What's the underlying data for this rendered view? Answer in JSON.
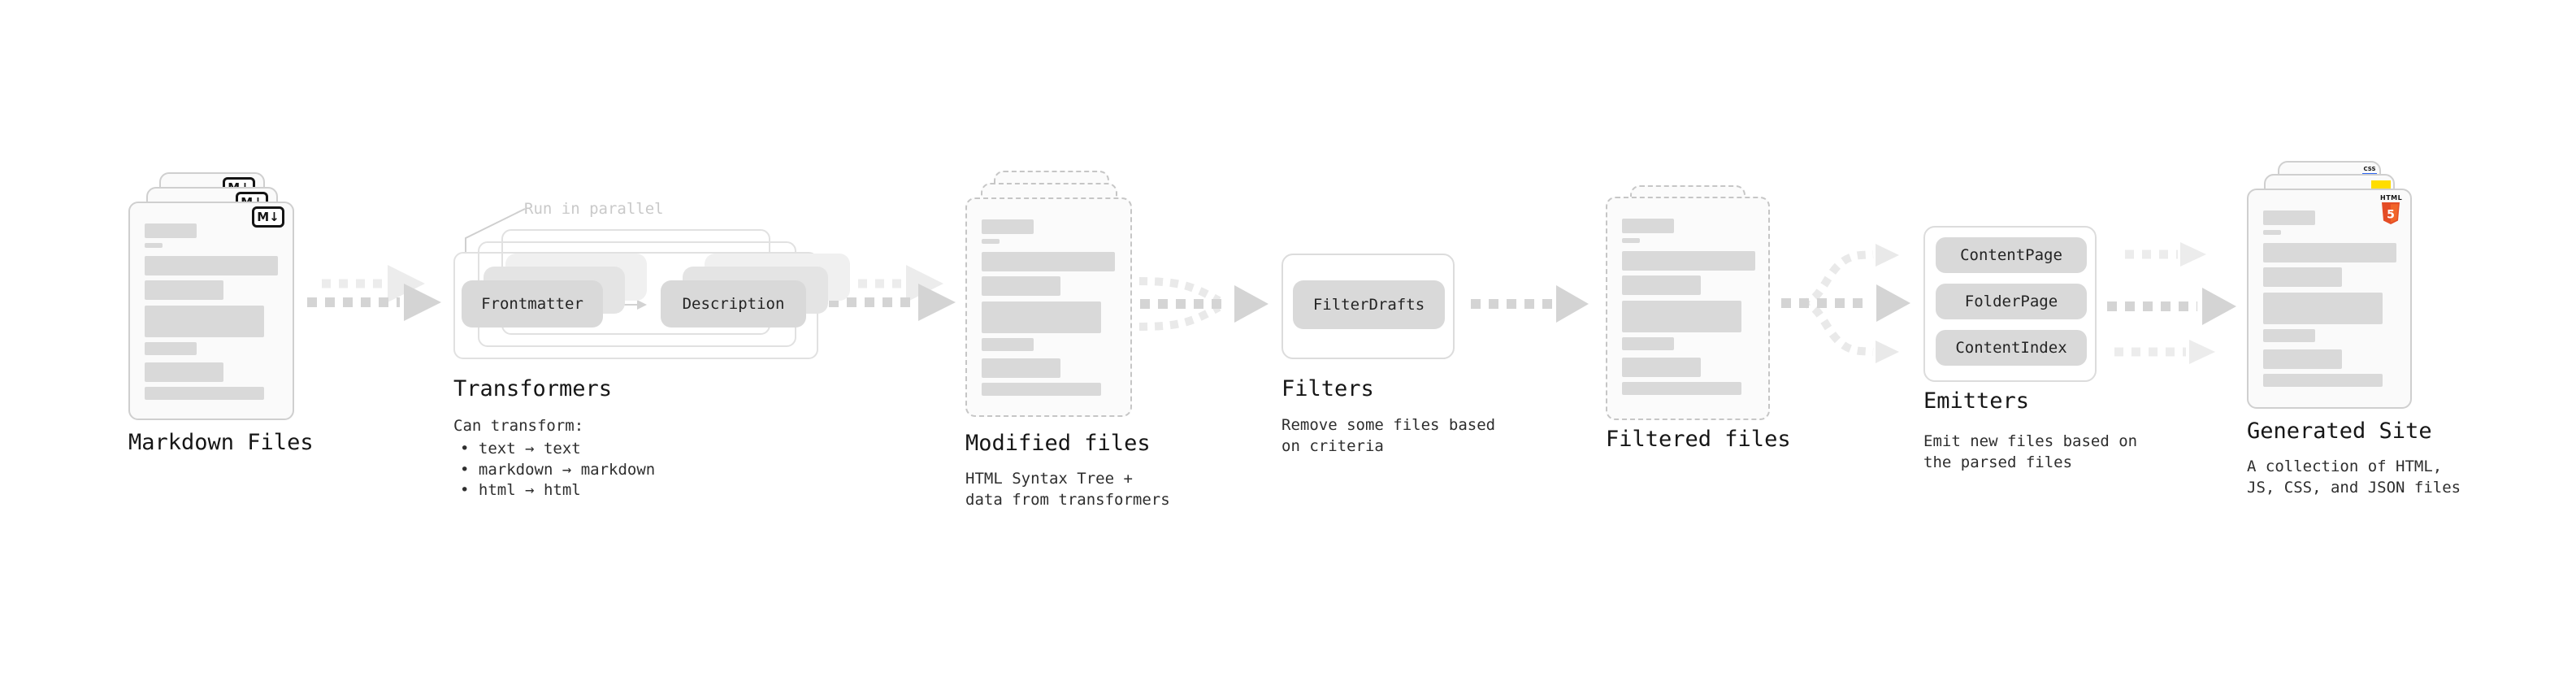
{
  "badges": {
    "markdown": "M↓",
    "html5_label": "HTML",
    "html5_number": "5",
    "css": "CSS"
  },
  "colors": {
    "html5_orange": "#e44d26",
    "html5_orange_light": "#f16529",
    "js_yellow": "#ffdd00",
    "css_blue": "#2d65f0",
    "pill_gray": "#d9d9d9",
    "arrow_gray": "#d4d4d4"
  },
  "stages": [
    {
      "title": "Markdown Files"
    },
    {
      "title": "Transformers",
      "note": "Run in parallel",
      "pills": [
        "Frontmatter",
        "Description"
      ],
      "subtitle": "Can transform:",
      "bullets": [
        "• text → text",
        "• markdown → markdown",
        "• html → html"
      ]
    },
    {
      "title": "Modified files",
      "subtitle_lines": [
        "HTML Syntax Tree +",
        "data from transformers"
      ]
    },
    {
      "title": "Filters",
      "pills": [
        "FilterDrafts"
      ],
      "subtitle_lines": [
        "Remove some files based",
        "on criteria"
      ]
    },
    {
      "title": "Filtered files"
    },
    {
      "title": "Emitters",
      "pills": [
        "ContentPage",
        "FolderPage",
        "ContentIndex"
      ],
      "subtitle_lines": [
        "Emit new files based on",
        "the parsed files"
      ]
    },
    {
      "title": "Generated Site",
      "subtitle_lines": [
        "A collection of HTML,",
        "JS, CSS, and JSON files"
      ]
    }
  ]
}
